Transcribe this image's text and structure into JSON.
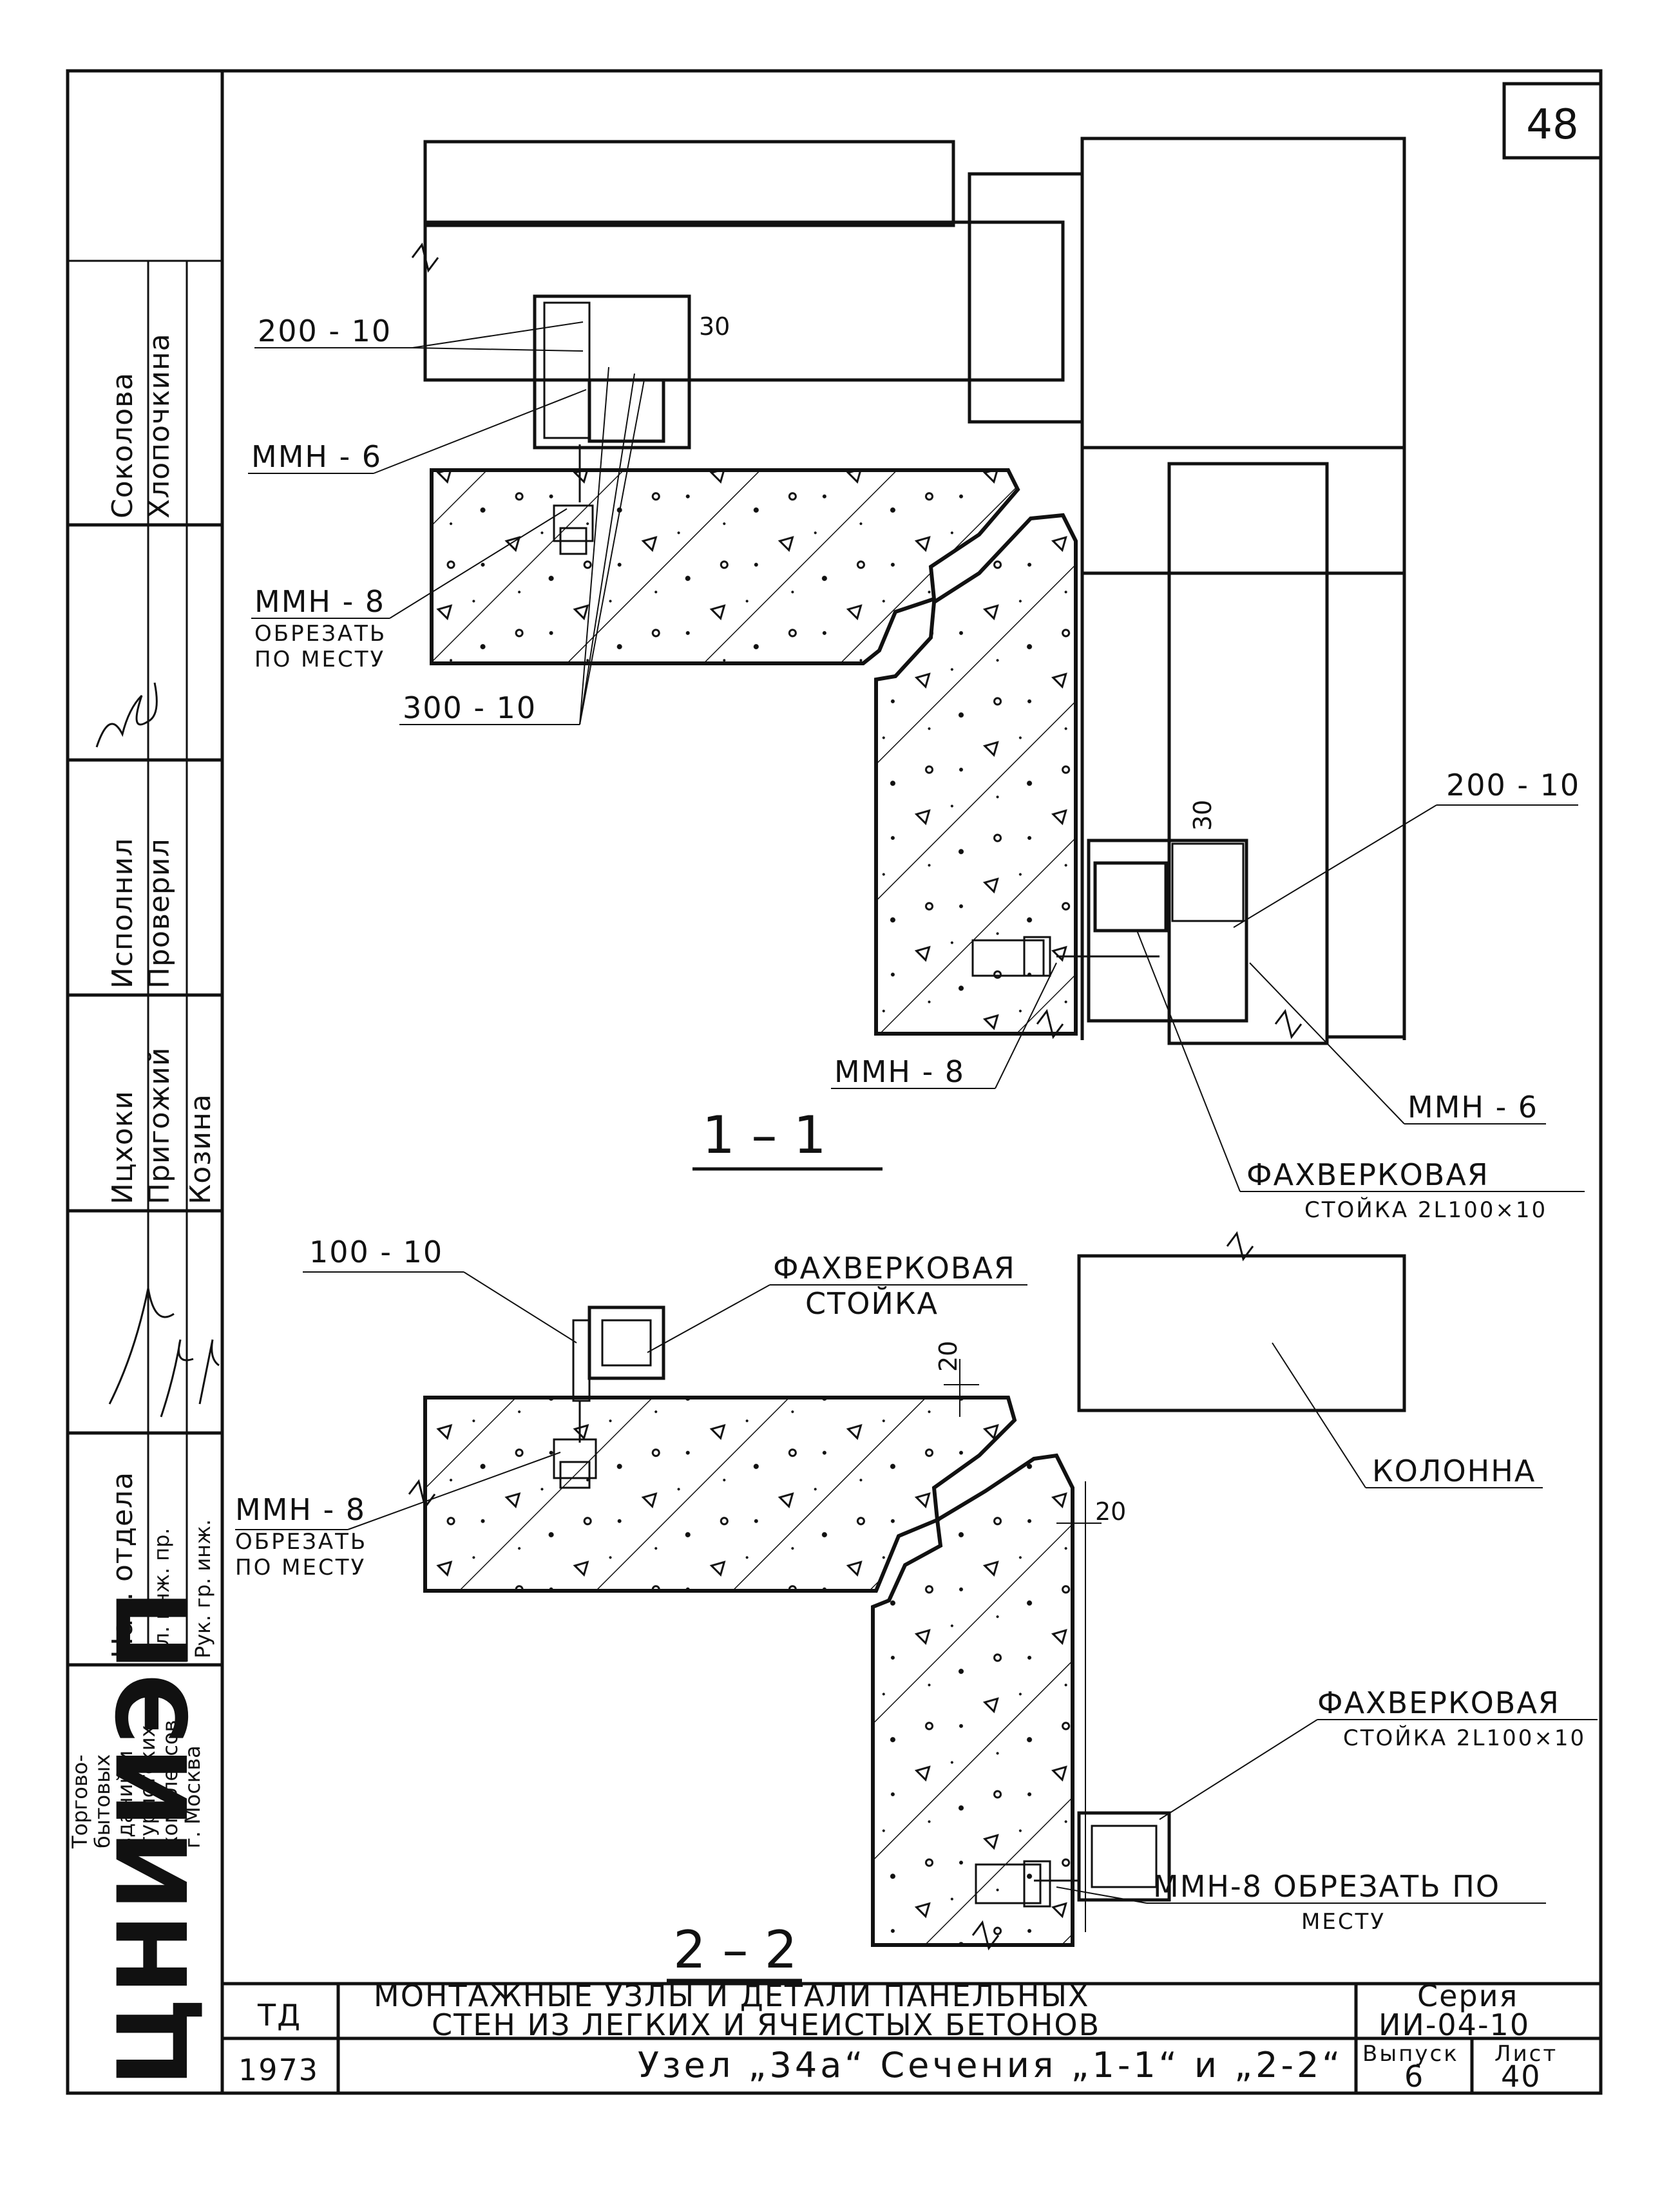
{
  "sheet_number": "48",
  "stamp": {
    "rows": [
      {
        "role": "Нач. отдела",
        "name": "",
        "sign": ""
      },
      {
        "role": "Гл. инж. пр.",
        "name": "",
        "sign": ""
      },
      {
        "role": "Рук. гр. инж.",
        "name": "",
        "sign": ""
      }
    ],
    "upper_names": [
      "Соколова",
      "Хлопочкина"
    ],
    "middle_roles": [
      "Исполнил",
      "Проверил"
    ],
    "staff_names": [
      "Ицхоки",
      "Пригожий",
      "Козина"
    ],
    "department_roles": [
      "Нач. отдела",
      "Гл. инж. пр.",
      "Рук. гр. инж."
    ],
    "organization": [
      "Торгово-",
      "бытовых",
      "зданий и",
      "туристских",
      "комплексов",
      "г. Москва"
    ],
    "logo": "ЦНИИЭП"
  },
  "section_1": {
    "title": "1 – 1",
    "labels": {
      "plate_200_top": "200 - 10",
      "mmn6_top": "ММН - 6",
      "mmn8_top": "ММН - 8",
      "mmn8_top_note1": "ОБРЕЗАТЬ",
      "mmn8_top_note2": "ПО МЕСТУ",
      "plate_300": "300 - 10",
      "dim_30_top": "30",
      "plate_200_right": "200 - 10",
      "dim_30_right": "30",
      "mmn8_right": "ММН - 8",
      "mmn6_right": "ММН - 6",
      "stand_line1": "ФАХВЕРКОВАЯ",
      "stand_line2": "СТОЙКА 2L100×10"
    }
  },
  "section_2": {
    "title": "2 – 2",
    "labels": {
      "plate_100": "100 - 10",
      "stand_top_line1": "ФАХВЕРКОВАЯ",
      "stand_top_line2": "СТОЙКА",
      "dim_20_top": "20",
      "dim_20_right": "20",
      "column": "КОЛОННА",
      "mmn8_left": "ММН - 8",
      "mmn8_left_note1": "ОБРЕЗАТЬ",
      "mmn8_left_note2": "ПО МЕСТУ",
      "stand_bottom_line1": "ФАХВЕРКОВАЯ",
      "stand_bottom_line2": "СТОЙКА 2L100×10",
      "mmn8_bottom_line1": "ММН-8 ОБРЕЗАТЬ ПО",
      "mmn8_bottom_line2": "МЕСТУ"
    }
  },
  "title_block": {
    "code": "ТД",
    "year": "1973",
    "title_line1": "МОНТАЖНЫЕ УЗЛЫ И ДЕТАЛИ ПАНЕЛЬНЫХ",
    "title_line2": "СТЕН ИЗ ЛЕГКИХ И ЯЧЕИСТЫХ БЕТОНОВ",
    "subtitle": "Узел „34а“ Сечения „1-1“ и „2-2“",
    "series_label": "Серия",
    "series_value": "ИИ-04-10",
    "issue_label": "Выпуск",
    "issue_value": "6",
    "sheet_label": "Лист",
    "sheet_value": "40"
  }
}
